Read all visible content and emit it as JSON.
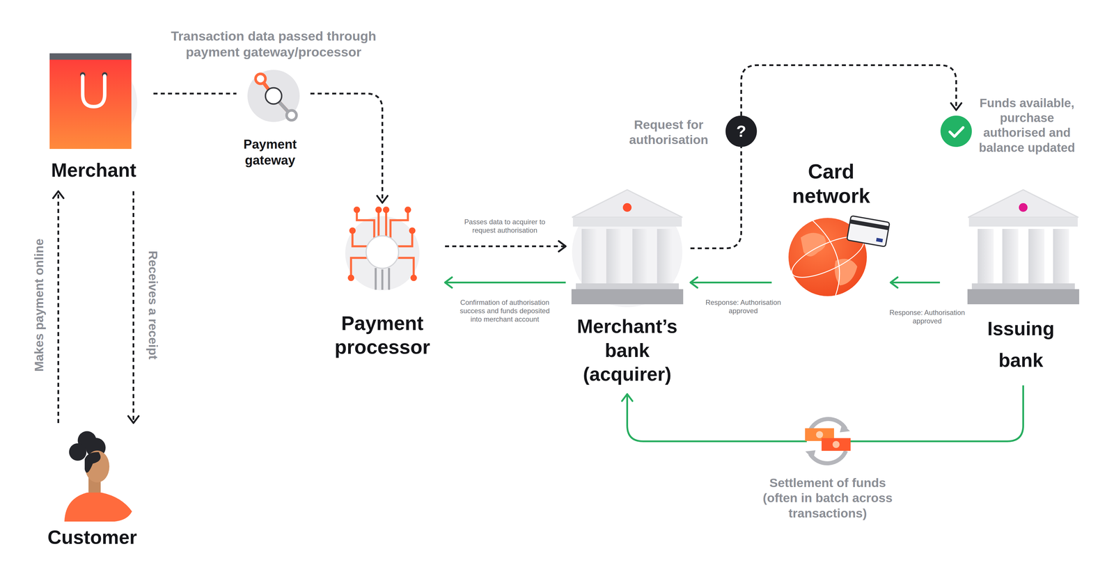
{
  "diagram": {
    "nodes": [
      {
        "text": [
          "Merchant"
        ]
      },
      {
        "text": [
          "Payment gateway"
        ]
      },
      {
        "text": [
          "Payment processor"
        ]
      },
      {
        "text": [
          "Merchant’s bank (acquirer)"
        ]
      },
      {
        "text": [
          "?"
        ]
      },
      {
        "text": [
          "Card network"
        ]
      },
      {
        "text": [
          "Issuing bank"
        ]
      },
      {
        "text": [
          "Customer"
        ]
      }
    ],
    "edges": [
      {
        "from": 0,
        "to": 1,
        "arrow": "none"
      },
      {
        "from": 1,
        "to": 2,
        "arrow": "to"
      },
      {
        "from": 2,
        "to": 3,
        "arrow": "to",
        "label": "Passes data to acquirer to request authorisation"
      },
      {
        "from": 3,
        "to": 2,
        "arrow": "to",
        "label": "Confirmation of authorisation success and funds deposited into merchant account"
      },
      {
        "from": 5,
        "to": 3,
        "arrow": "to",
        "label": "Response: Authorisation approved"
      },
      {
        "from": 6,
        "to": 5,
        "arrow": "to",
        "label": "Response: Authorisation approved"
      },
      {
        "from": 6,
        "to": 3,
        "arrow": "to",
        "label": "Settlement of funds (often in batch across transactions)"
      },
      {
        "from": 7,
        "to": 0,
        "arrow": "to",
        "label": "Makes payment online"
      },
      {
        "from": 0,
        "to": 7,
        "arrow": "to",
        "label": "Receives a receipt"
      },
      {
        "from": 3,
        "to": 4,
        "arrow": "none"
      },
      {
        "from": 4,
        "to": 6,
        "arrow": "to"
      }
    ],
    "labels": [
      "Transaction data passed through payment gateway/processor",
      "Request for authorisation",
      "Funds available, purchase authorised and balance updated"
    ]
  }
}
